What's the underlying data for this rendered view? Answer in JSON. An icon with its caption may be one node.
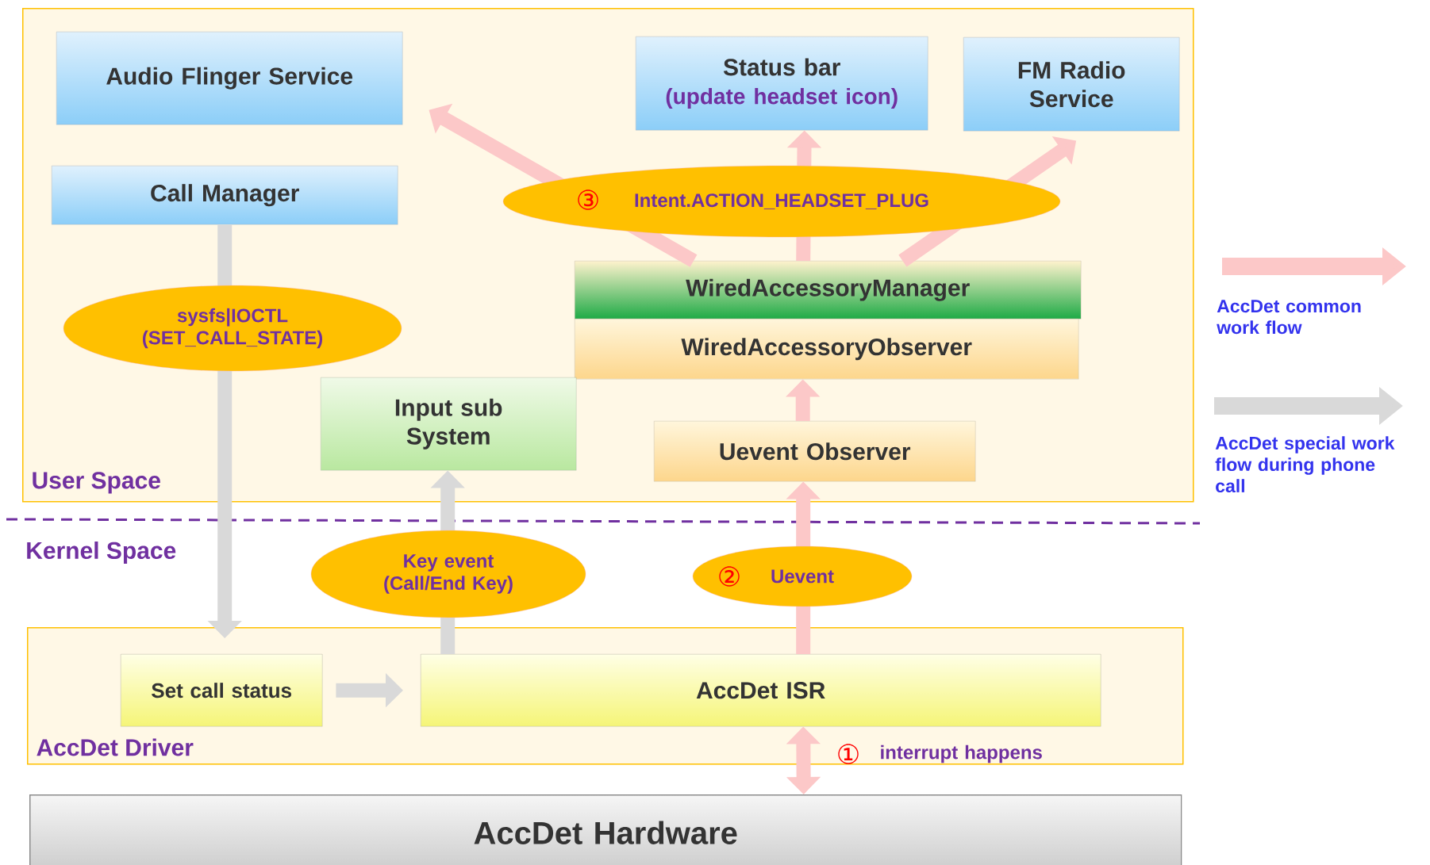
{
  "diagram": {
    "nodes": [
      {
        "text": [
          "User Space"
        ]
      },
      {
        "text": [
          "Audio Flinger Service"
        ],
        "in": 0
      },
      {
        "text": [
          "Status bar",
          "(update headset icon)"
        ],
        "in": 0
      },
      {
        "text": [
          "FM Radio Service"
        ],
        "in": 0
      },
      {
        "text": [
          "Call Manager"
        ],
        "in": 0
      },
      {
        "text": [
          "WiredAccessoryManager"
        ],
        "in": 0
      },
      {
        "text": [
          "WiredAccessoryObserver"
        ],
        "in": 0
      },
      {
        "text": [
          "Input sub System"
        ],
        "in": 0
      },
      {
        "text": [
          "Uevent Observer"
        ],
        "in": 0
      },
      {
        "text": [
          "AccDet Driver"
        ]
      },
      {
        "text": [
          "Set call status"
        ],
        "in": 9
      },
      {
        "text": [
          "AccDet ISR"
        ],
        "in": 9
      },
      {
        "text": [
          "AccDet Hardware"
        ]
      }
    ],
    "edges": [
      {
        "from": 5,
        "to": 1,
        "arrow": "to"
      },
      {
        "from": 5,
        "to": 2,
        "arrow": "to",
        "label": "Intent.ACTION_HEADSET_PLUG"
      },
      {
        "from": 5,
        "to": 3,
        "arrow": "to"
      },
      {
        "from": 8,
        "to": 6,
        "arrow": "to"
      },
      {
        "from": 11,
        "to": 8,
        "arrow": "to",
        "label": "Uevent"
      },
      {
        "from": 12,
        "to": 11,
        "arrow": "both",
        "label": "interrupt happens"
      },
      {
        "from": 4,
        "to": 10,
        "arrow": "to",
        "label": "sysfs|IOCTL (SET_CALL_STATE)",
        "color": "#d9d9d9"
      },
      {
        "from": 10,
        "to": 11,
        "arrow": "to",
        "color": "#d9d9d9"
      },
      {
        "from": 11,
        "to": 7,
        "arrow": "to",
        "label": "Key event (Call/End Key)",
        "color": "#d9d9d9"
      }
    ],
    "labels": [
      "③",
      "Kernel Space",
      "②",
      "①"
    ],
    "legend": [
      {
        "text": "AccDet common work flow"
      },
      {
        "text": "AccDet special work flow during phone call"
      }
    ]
  }
}
